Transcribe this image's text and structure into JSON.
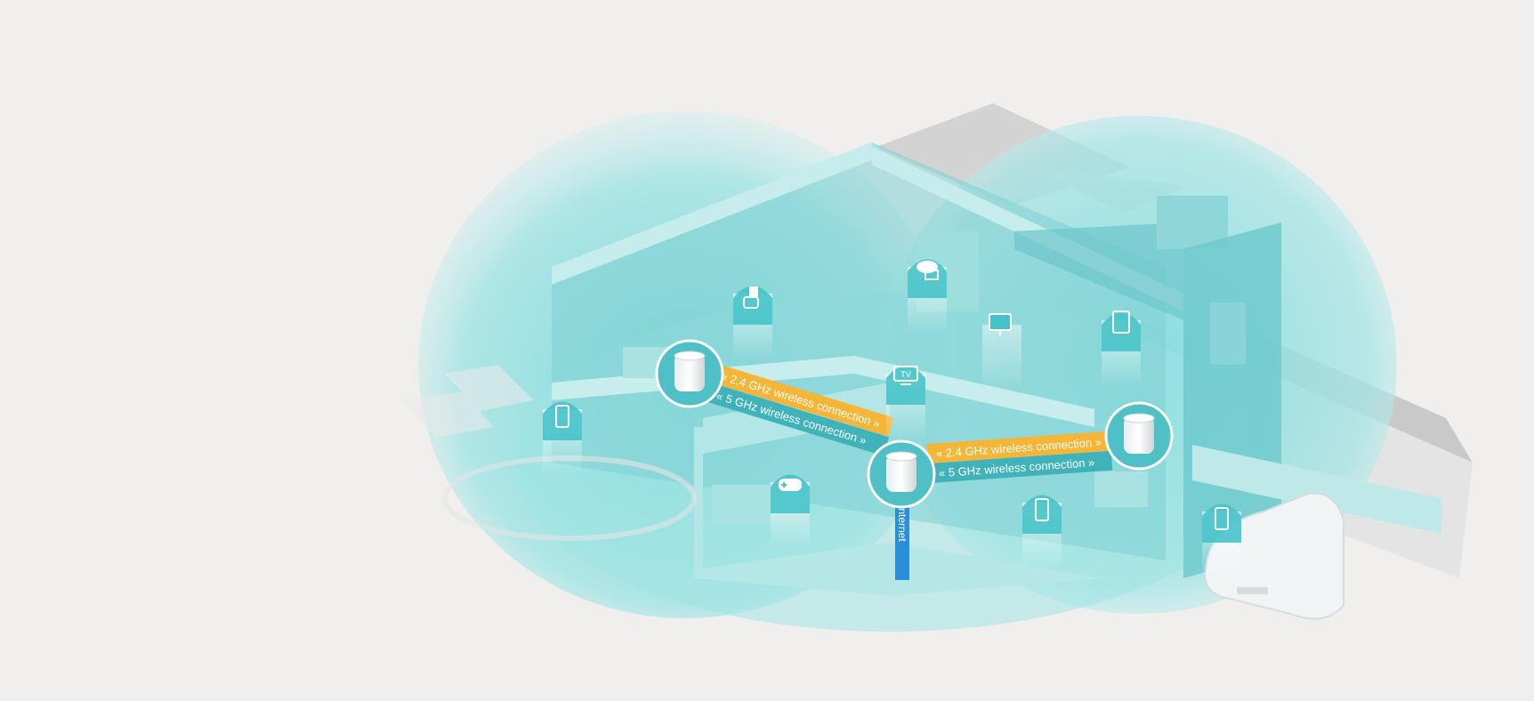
{
  "connections": {
    "band_24": "2.4 GHz wireless connection",
    "band_5": "5 GHz wireless connection",
    "band_24_right": "2.4 GHz wireless connection",
    "band_5_right": "5 GHz wireless connection"
  },
  "internet_label": "Internet",
  "tv_label": "TV",
  "colors": {
    "background": "#f1efee",
    "coverage": "#8fe0e1",
    "house": "#7fcfd2",
    "band_24": "#f5b638",
    "band_5": "#3fb3b9",
    "internet": "#2a8fd8",
    "device_badge": "#46c3c9"
  },
  "device_icons": [
    "phone-icon",
    "game-console-icon",
    "cloud-files-icon",
    "tv-icon",
    "computer-icon",
    "tablet-icon",
    "gamepad-icon",
    "phone-icon",
    "phone-icon",
    "phone-icon"
  ]
}
